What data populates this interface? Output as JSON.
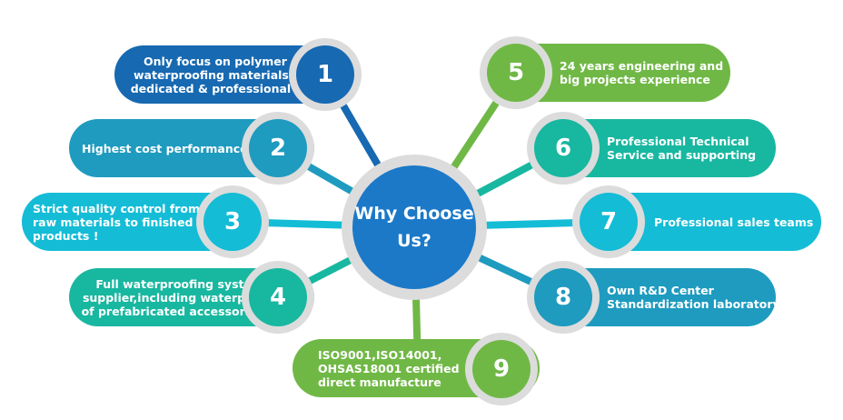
{
  "center": {
    "line1": "Why Choose",
    "line2": "Us?"
  },
  "colors": {
    "hub": "#1b79c8",
    "dark_blue": "#1769b1",
    "teal": "#1e9bbf",
    "cyan": "#14bcd6",
    "green_teal": "#18b7a0",
    "light_green": "#70b846",
    "ring_gray": "#dcdcdc"
  },
  "items": [
    {
      "number": "1",
      "lines": [
        "Only focus on polymer",
        "waterproofing  materials ,",
        "dedicated  & professional !"
      ]
    },
    {
      "number": "2",
      "lines": [
        "Highest cost performance"
      ]
    },
    {
      "number": "3",
      "lines": [
        "Strict quality control from",
        "raw materials to finished",
        "products !"
      ]
    },
    {
      "number": "4",
      "lines": [
        "Full waterproofing system",
        "supplier,including waterpro-",
        "of prefabricated accessories"
      ]
    },
    {
      "number": "5",
      "lines": [
        "24 years engineering and",
        "big projects experience"
      ]
    },
    {
      "number": "6",
      "lines": [
        "Professional Technical",
        "Service and supporting"
      ]
    },
    {
      "number": "7",
      "lines": [
        "Professional sales teams"
      ]
    },
    {
      "number": "8",
      "lines": [
        "Own R&D Center",
        "Standardization laboratory"
      ]
    },
    {
      "number": "9",
      "lines": [
        "ISO9001,ISO14001,",
        "OHSAS18001 certified",
        "direct manufacture"
      ]
    }
  ]
}
